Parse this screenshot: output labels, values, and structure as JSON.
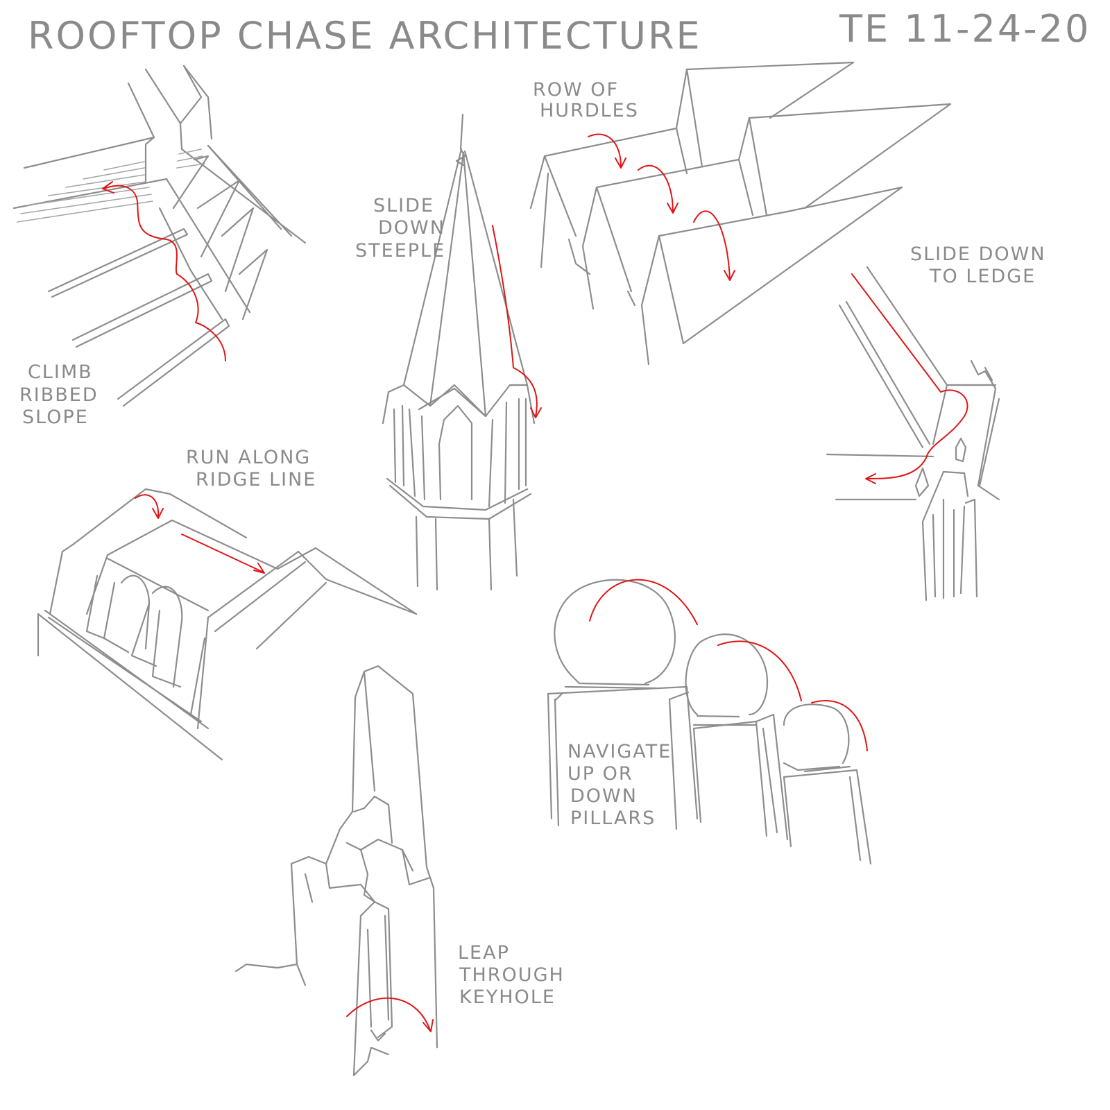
{
  "title": "ROOFTOP CHASE ARCHITECTURE",
  "signature": "TE 11-24-20",
  "labels": {
    "climb_ribbed_slope": [
      "CLIMB",
      "RIBBED",
      "SLOPE"
    ],
    "slide_down_steeple": [
      "SLIDE",
      "DOWN",
      "STEEPLE"
    ],
    "row_of_hurdles": [
      "ROW OF",
      "HURDLES"
    ],
    "slide_down_to_ledge": [
      "SLIDE DOWN",
      "TO LEDGE"
    ],
    "run_along_ridge_line": [
      "RUN ALONG",
      "RIDGE LINE"
    ],
    "navigate_pillars": [
      "NAVIGATE",
      "UP OR",
      "DOWN",
      "PILLARS"
    ],
    "leap_through_keyhole": [
      "LEAP",
      "THROUGH",
      "KEYHOLE"
    ]
  },
  "colors": {
    "pencil": "#8d8d8d",
    "path_marker": "#e01515",
    "paper": "#ffffff"
  }
}
